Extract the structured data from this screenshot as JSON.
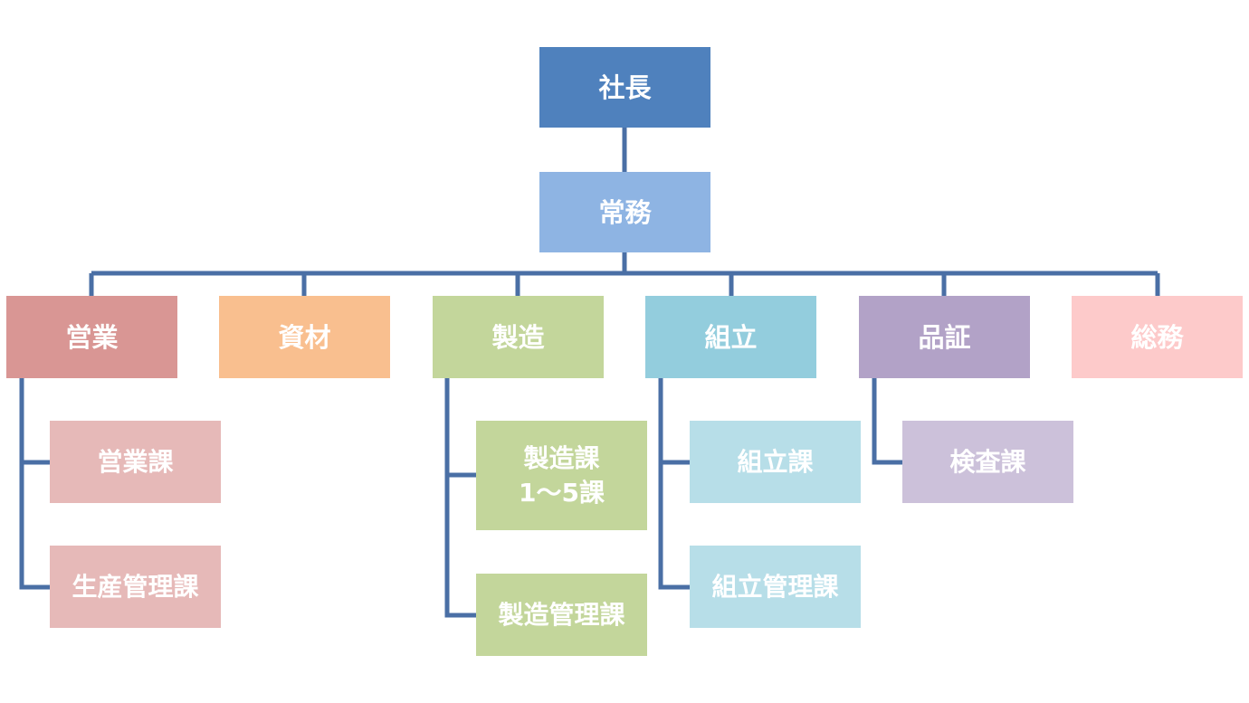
{
  "org_chart": {
    "president": "社長",
    "managing_director": "常務",
    "departments": {
      "sales": "営業",
      "materials": "資材",
      "manufacturing": "製造",
      "assembly": "組立",
      "quality": "品証",
      "general_affairs": "総務"
    },
    "sections": {
      "sales_section": "営業課",
      "production_control": "生産管理課",
      "manufacturing_sections": "製造課\n1〜5課",
      "manufacturing_control": "製造管理課",
      "assembly_section": "組立課",
      "assembly_control": "組立管理課",
      "inspection_section": "検査課"
    }
  },
  "colors": {
    "connector": "#4a6fa5",
    "president": "#4f81bd",
    "managing_director": "#8eb4e3",
    "sales": "#d99694",
    "materials": "#f9bf8f",
    "manufacturing": "#c3d69b",
    "assembly": "#93cddd",
    "quality": "#b2a2c7",
    "general_affairs": "#fdcaca"
  }
}
